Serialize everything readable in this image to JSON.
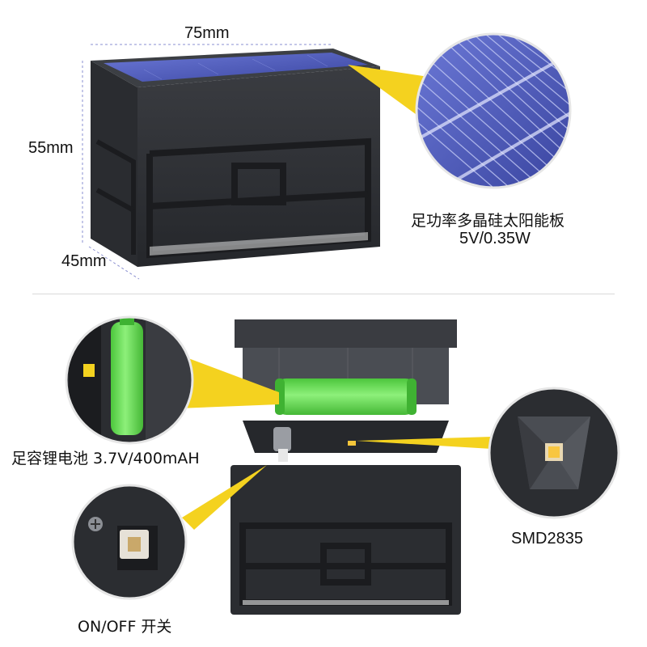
{
  "dimensions": {
    "width_label": "75mm",
    "height_label": "55mm",
    "depth_label": "45mm"
  },
  "solar_panel": {
    "line1": "足功率多晶硅太阳能板",
    "line2": "5V/0.35W"
  },
  "battery": {
    "label": "足容锂电池 3.7V/400mAH"
  },
  "led": {
    "label": "SMD2835"
  },
  "switch": {
    "label": "ON/OFF 开关"
  },
  "colors": {
    "body": "#2b2d31",
    "body_dark": "#1d1f22",
    "solar": "#4a56b8",
    "callout": "#f4d21f",
    "battery": "#6ee05a",
    "dimension_line": "#8a8fd0"
  }
}
